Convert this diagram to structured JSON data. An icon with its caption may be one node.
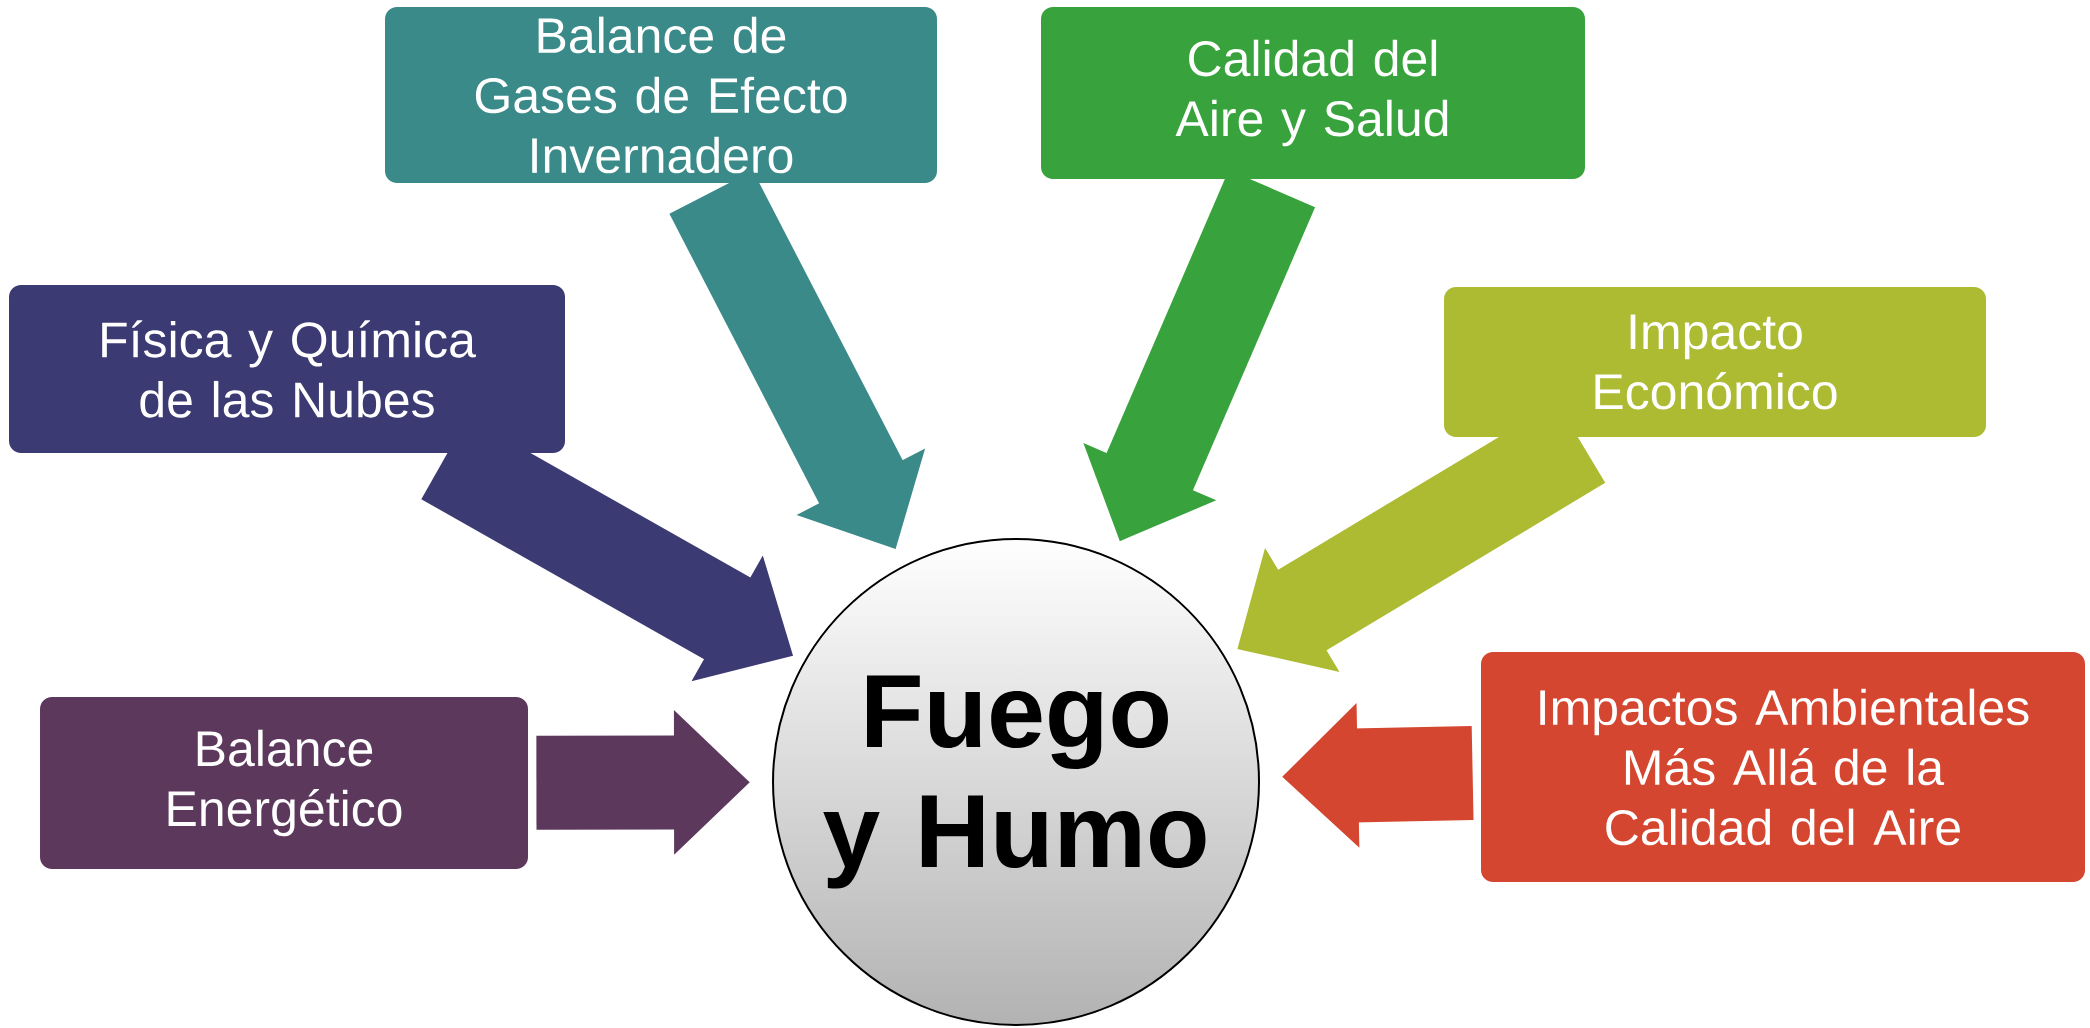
{
  "diagram": {
    "nodes": [
      {
        "text": [
          "Balance de Gases de Efecto Invernadero"
        ]
      },
      {
        "text": [
          "Calidad del Aire y Salud"
        ]
      },
      {
        "text": [
          "Física y Química de las Nubes"
        ]
      },
      {
        "text": [
          "Impacto Económico"
        ]
      },
      {
        "text": [
          "Balance Energético"
        ]
      },
      {
        "text": [
          "Fuego y Humo"
        ]
      },
      {
        "text": [
          "Impactos Ambientales Más Allá de la Calidad del Aire"
        ]
      }
    ],
    "edges": [
      {
        "from": 0,
        "to": 5,
        "arrow": "to",
        "color": "#3a8a89"
      },
      {
        "from": 1,
        "to": 5,
        "arrow": "to",
        "color": "#38a33c"
      },
      {
        "from": 2,
        "to": 5,
        "arrow": "to",
        "color": "#3c3a73"
      },
      {
        "from": 3,
        "to": 5,
        "arrow": "to",
        "color": "#adbb33"
      },
      {
        "from": 4,
        "to": 5,
        "arrow": "to",
        "color": "#5d385d"
      },
      {
        "from": 6,
        "to": 5,
        "arrow": "to",
        "color": "#d4462f"
      }
    ]
  }
}
